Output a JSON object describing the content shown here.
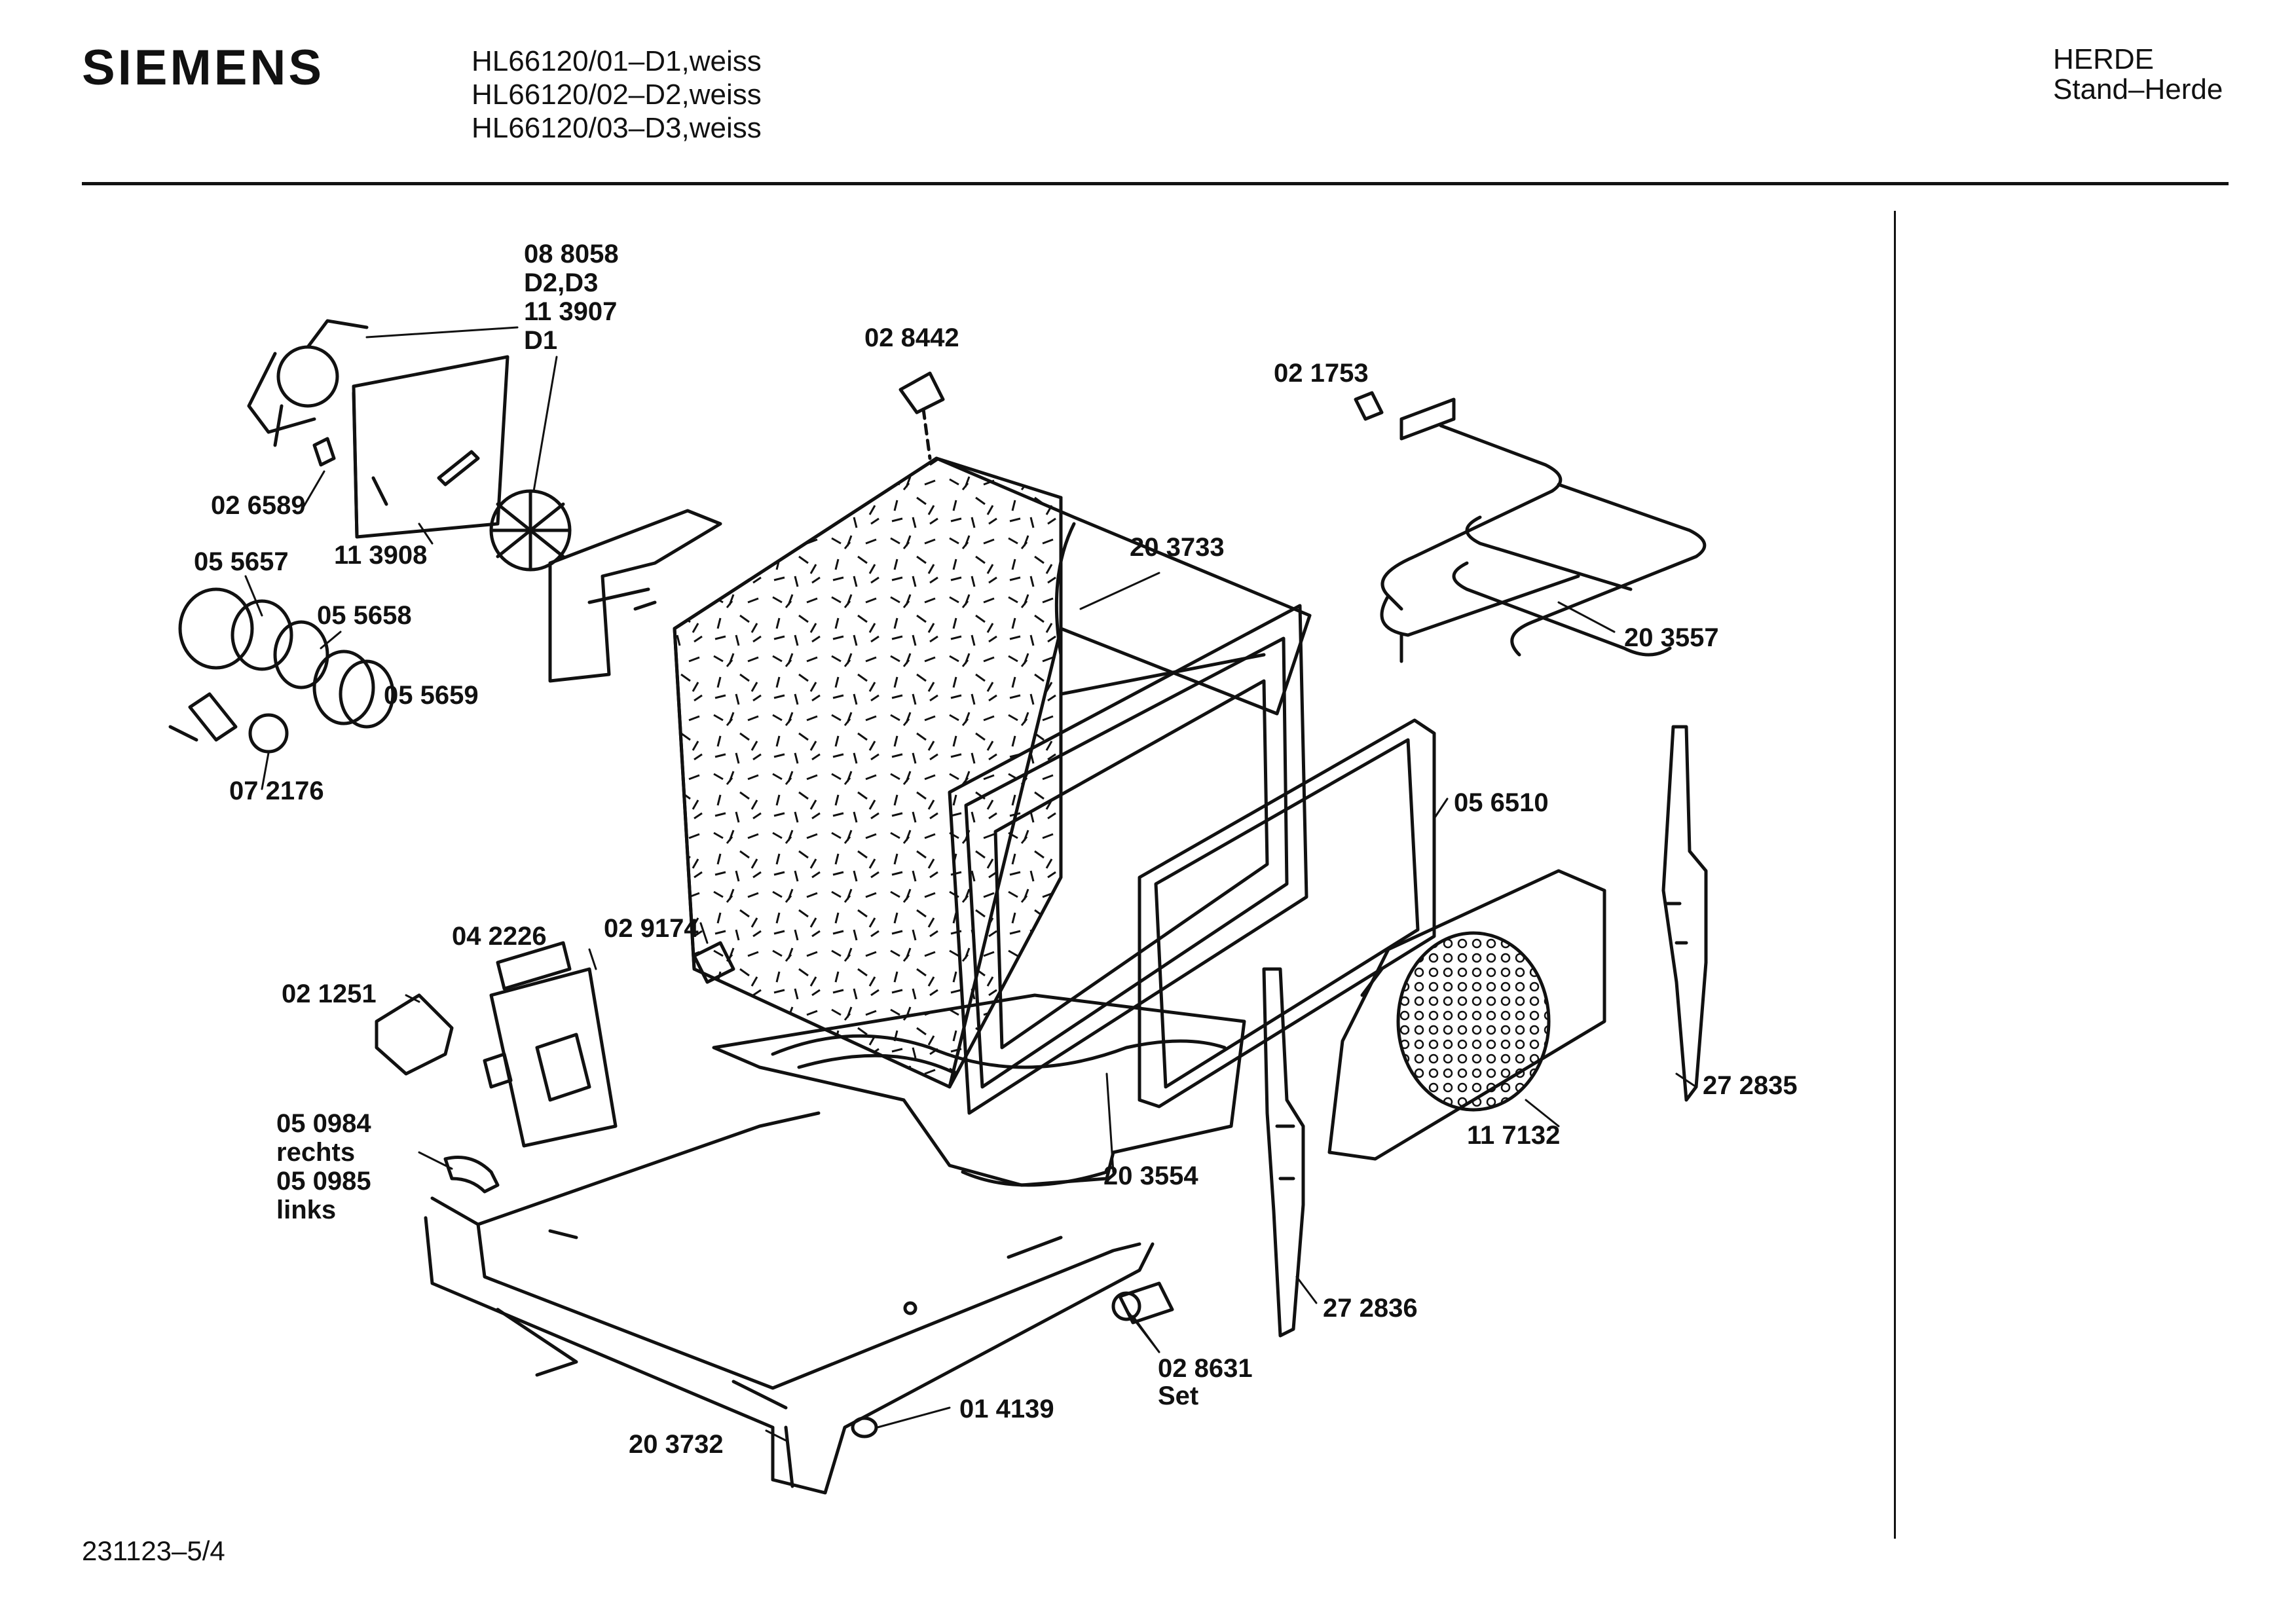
{
  "header": {
    "brand": "SIEMENS",
    "models": [
      "HL66120/01–D1,weiss",
      "HL66120/02–D2,weiss",
      "HL66120/03–D3,weiss"
    ],
    "category": "HERDE",
    "subcategory": "Stand–Herde"
  },
  "parts": [
    {
      "num": "08 8058"
    },
    {
      "num": "D2,D3"
    },
    {
      "num": "11 3907"
    },
    {
      "num": "D1"
    },
    {
      "num": "02 8442"
    },
    {
      "num": "02 1753"
    },
    {
      "num": "02 6589"
    },
    {
      "num": "11 3908"
    },
    {
      "num": "05 5657"
    },
    {
      "num": "05 5658"
    },
    {
      "num": "05 5659"
    },
    {
      "num": "07 2176"
    },
    {
      "num": "20 3733"
    },
    {
      "num": "20 3557"
    },
    {
      "num": "05 6510"
    },
    {
      "num": "04 2226"
    },
    {
      "num": "02 9174"
    },
    {
      "num": "02 1251"
    },
    {
      "num": "05 0984"
    },
    {
      "num": "rechts"
    },
    {
      "num": "05 0985"
    },
    {
      "num": "links"
    },
    {
      "num": "20 3554"
    },
    {
      "num": "11 7132"
    },
    {
      "num": "27 2835"
    },
    {
      "num": "27 2836"
    },
    {
      "num": "02 8631"
    },
    {
      "num": "Set"
    },
    {
      "num": "01 4139"
    },
    {
      "num": "20 3732"
    }
  ],
  "footer": {
    "ref": "231123–5/4"
  }
}
